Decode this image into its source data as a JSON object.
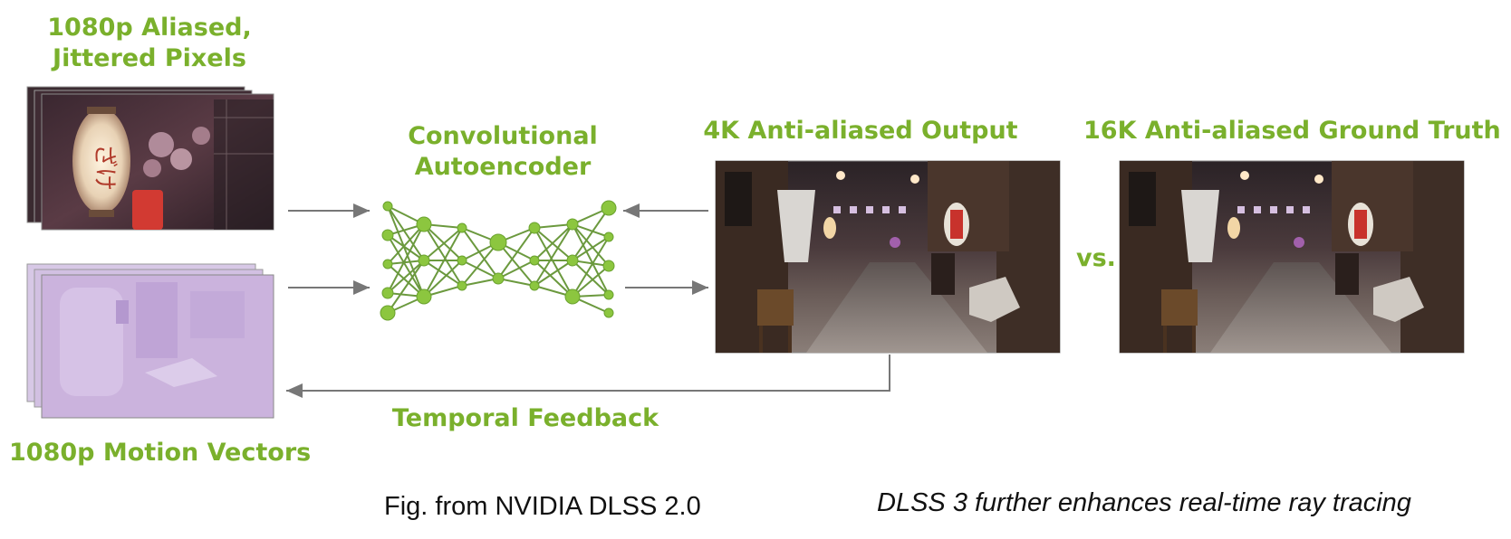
{
  "labels": {
    "input_top_line1": "1080p Aliased,",
    "input_top_line2": "Jittered Pixels",
    "autoencoder_line1": "Convolutional",
    "autoencoder_line2": "Autoencoder",
    "output": "4K Anti-aliased Output",
    "ground_truth": "16K Anti-aliased Ground Truth",
    "vs": "vs.",
    "temporal": "Temporal Feedback",
    "motion": "1080p Motion Vectors"
  },
  "captions": {
    "left": "Fig. from NVIDIA DLSS 2.0",
    "right": "DLSS 3 further enhances real-time ray tracing"
  },
  "colors": {
    "accent_green": "#7ab02c",
    "node_green": "#8cc63f",
    "edge_green": "#5c8f2a",
    "motion_purple": "#cbb3dd",
    "arrow_gray": "#777777"
  }
}
